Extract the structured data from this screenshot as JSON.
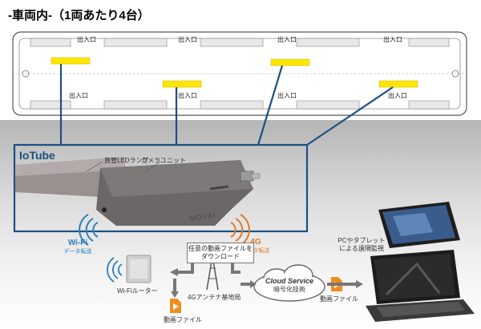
{
  "heading": "-車両内-（1両あたり4台）",
  "train": {
    "door_label": "出入口",
    "door_count_top": 4,
    "door_count_bottom": 4
  },
  "iotube": {
    "title": "IoTube",
    "lamp_label": "直管LEDランプ",
    "camera_label": "カメラユニット",
    "brand": "MOYAI"
  },
  "network": {
    "wifi_title": "Wi-Fi",
    "wifi_sub": "データ転送",
    "g4_title": "4G",
    "g4_sub": "データ転送",
    "download_line1": "任意の動画ファイルを",
    "download_line2": "ダウンロード",
    "router_label": "Wi-Fiルーター",
    "antenna_label": "4Gアンテナ基地局",
    "file_label_left": "動画ファイル",
    "file_label_right": "動画ファイル",
    "cloud_title": "Cloud Service",
    "cloud_sub": "暗号化技術",
    "pc_line1": "PCやタブレット",
    "pc_line2": "による遠隔監視"
  },
  "colors": {
    "accent": "#1d4f82",
    "highlight": "#ffe600",
    "wifi": "#2a7fc0",
    "g4": "#e07a2a",
    "file_icon": "#f08c1e"
  }
}
